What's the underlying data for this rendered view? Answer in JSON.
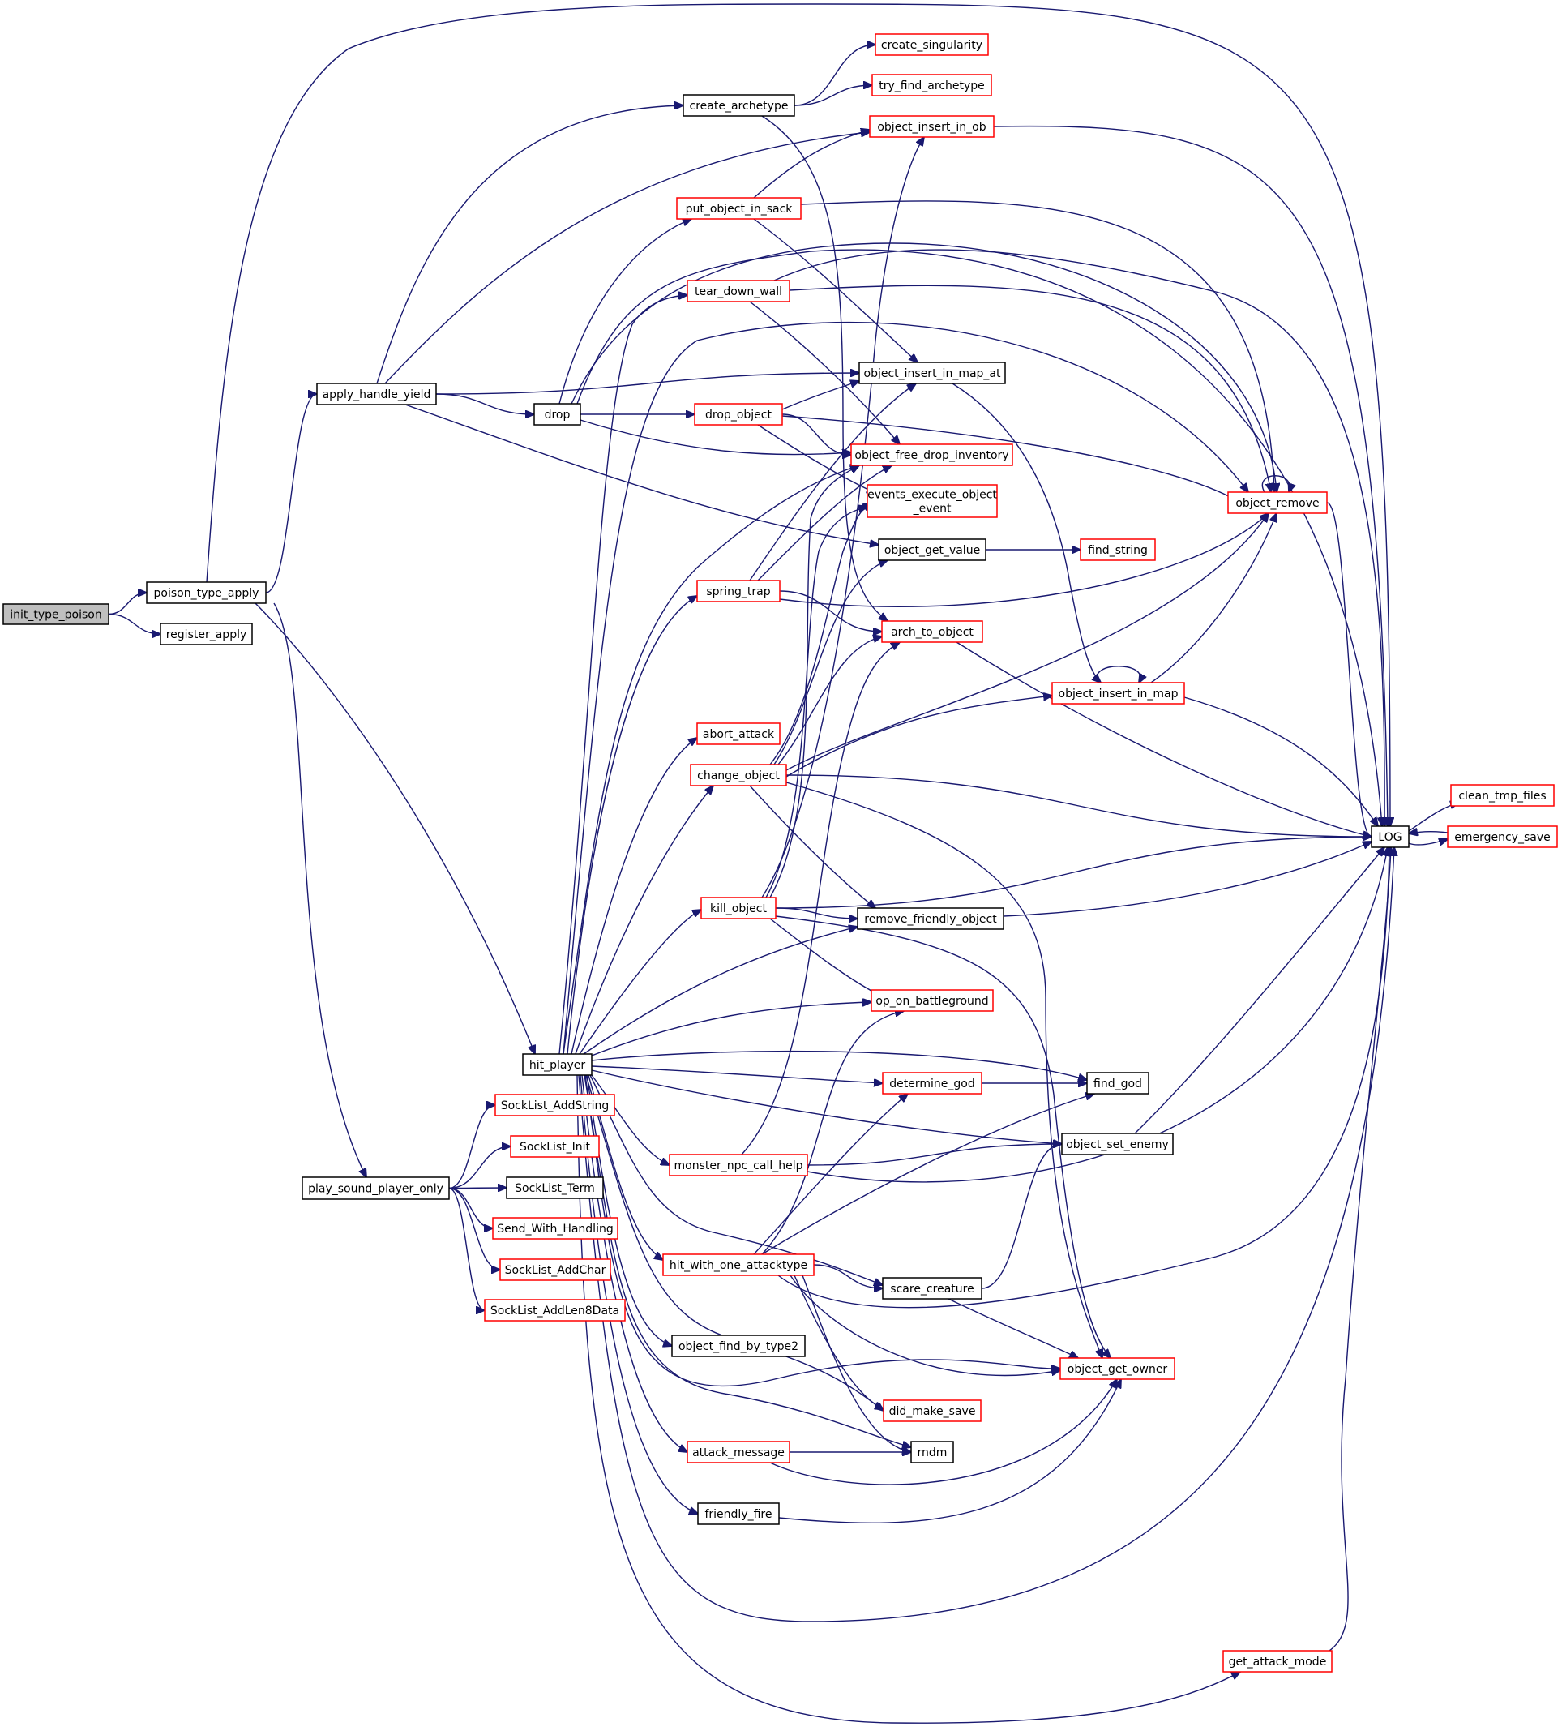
{
  "colors": {
    "edge": "#191970",
    "border_expandable": "#ff0000",
    "border_leaf": "#000000",
    "root_fill": "#bfbfbf",
    "node_fill": "#ffffff"
  },
  "nodes": [
    {
      "id": "init_type_poison",
      "label": "init_type_poison",
      "kind": "root"
    },
    {
      "id": "poison_type_apply",
      "label": "poison_type_apply",
      "kind": "leaf"
    },
    {
      "id": "register_apply",
      "label": "register_apply",
      "kind": "leaf"
    },
    {
      "id": "apply_handle_yield",
      "label": "apply_handle_yield",
      "kind": "leaf"
    },
    {
      "id": "hit_player",
      "label": "hit_player",
      "kind": "leaf"
    },
    {
      "id": "play_sound_player_only",
      "label": "play_sound_player_only",
      "kind": "leaf"
    },
    {
      "id": "SockList_AddString",
      "label": "SockList_AddString",
      "kind": "expandable"
    },
    {
      "id": "SockList_Init",
      "label": "SockList_Init",
      "kind": "expandable"
    },
    {
      "id": "SockList_Term",
      "label": "SockList_Term",
      "kind": "leaf"
    },
    {
      "id": "Send_With_Handling",
      "label": "Send_With_Handling",
      "kind": "expandable"
    },
    {
      "id": "SockList_AddChar",
      "label": "SockList_AddChar",
      "kind": "expandable"
    },
    {
      "id": "SockList_AddLen8Data",
      "label": "SockList_AddLen8Data",
      "kind": "expandable"
    },
    {
      "id": "drop",
      "label": "drop",
      "kind": "leaf"
    },
    {
      "id": "create_archetype",
      "label": "create_archetype",
      "kind": "leaf"
    },
    {
      "id": "create_singularity",
      "label": "create_singularity",
      "kind": "expandable"
    },
    {
      "id": "try_find_archetype",
      "label": "try_find_archetype",
      "kind": "expandable"
    },
    {
      "id": "object_insert_in_ob",
      "label": "object_insert_in_ob",
      "kind": "expandable"
    },
    {
      "id": "put_object_in_sack",
      "label": "put_object_in_sack",
      "kind": "expandable"
    },
    {
      "id": "tear_down_wall",
      "label": "tear_down_wall",
      "kind": "expandable"
    },
    {
      "id": "object_insert_in_map_at",
      "label": "object_insert_in_map_at",
      "kind": "leaf"
    },
    {
      "id": "drop_object",
      "label": "drop_object",
      "kind": "expandable"
    },
    {
      "id": "object_free_drop_inventory",
      "label": "object_free_drop_inventory",
      "kind": "expandable"
    },
    {
      "id": "events_execute_object_event",
      "label": "events_execute_object\n_event",
      "kind": "expandable"
    },
    {
      "id": "object_remove",
      "label": "object_remove",
      "kind": "expandable"
    },
    {
      "id": "object_get_value",
      "label": "object_get_value",
      "kind": "leaf"
    },
    {
      "id": "find_string",
      "label": "find_string",
      "kind": "expandable"
    },
    {
      "id": "spring_trap",
      "label": "spring_trap",
      "kind": "expandable"
    },
    {
      "id": "arch_to_object",
      "label": "arch_to_object",
      "kind": "expandable"
    },
    {
      "id": "object_insert_in_map",
      "label": "object_insert_in_map",
      "kind": "expandable"
    },
    {
      "id": "abort_attack",
      "label": "abort_attack",
      "kind": "expandable"
    },
    {
      "id": "change_object",
      "label": "change_object",
      "kind": "expandable"
    },
    {
      "id": "LOG",
      "label": "LOG",
      "kind": "leaf"
    },
    {
      "id": "clean_tmp_files",
      "label": "clean_tmp_files",
      "kind": "expandable"
    },
    {
      "id": "emergency_save",
      "label": "emergency_save",
      "kind": "expandable"
    },
    {
      "id": "kill_object",
      "label": "kill_object",
      "kind": "expandable"
    },
    {
      "id": "remove_friendly_object",
      "label": "remove_friendly_object",
      "kind": "leaf"
    },
    {
      "id": "op_on_battleground",
      "label": "op_on_battleground",
      "kind": "expandable"
    },
    {
      "id": "determine_god",
      "label": "determine_god",
      "kind": "expandable"
    },
    {
      "id": "find_god",
      "label": "find_god",
      "kind": "leaf"
    },
    {
      "id": "object_set_enemy",
      "label": "object_set_enemy",
      "kind": "leaf"
    },
    {
      "id": "monster_npc_call_help",
      "label": "monster_npc_call_help",
      "kind": "expandable"
    },
    {
      "id": "hit_with_one_attacktype",
      "label": "hit_with_one_attacktype",
      "kind": "expandable"
    },
    {
      "id": "scare_creature",
      "label": "scare_creature",
      "kind": "leaf"
    },
    {
      "id": "object_find_by_type2",
      "label": "object_find_by_type2",
      "kind": "leaf"
    },
    {
      "id": "object_get_owner",
      "label": "object_get_owner",
      "kind": "expandable"
    },
    {
      "id": "did_make_save",
      "label": "did_make_save",
      "kind": "expandable"
    },
    {
      "id": "attack_message",
      "label": "attack_message",
      "kind": "expandable"
    },
    {
      "id": "rndm",
      "label": "rndm",
      "kind": "leaf"
    },
    {
      "id": "friendly_fire",
      "label": "friendly_fire",
      "kind": "leaf"
    },
    {
      "id": "get_attack_mode",
      "label": "get_attack_mode",
      "kind": "expandable"
    }
  ],
  "edges": [
    [
      "init_type_poison",
      "poison_type_apply"
    ],
    [
      "init_type_poison",
      "register_apply"
    ],
    [
      "poison_type_apply",
      "LOG"
    ],
    [
      "poison_type_apply",
      "apply_handle_yield"
    ],
    [
      "poison_type_apply",
      "hit_player"
    ],
    [
      "poison_type_apply",
      "play_sound_player_only"
    ],
    [
      "apply_handle_yield",
      "create_archetype"
    ],
    [
      "apply_handle_yield",
      "object_insert_in_ob"
    ],
    [
      "apply_handle_yield",
      "object_insert_in_map_at"
    ],
    [
      "apply_handle_yield",
      "drop"
    ],
    [
      "apply_handle_yield",
      "object_get_value"
    ],
    [
      "play_sound_player_only",
      "SockList_AddString"
    ],
    [
      "play_sound_player_only",
      "SockList_Init"
    ],
    [
      "play_sound_player_only",
      "SockList_Term"
    ],
    [
      "play_sound_player_only",
      "Send_With_Handling"
    ],
    [
      "play_sound_player_only",
      "SockList_AddChar"
    ],
    [
      "play_sound_player_only",
      "SockList_AddLen8Data"
    ],
    [
      "create_archetype",
      "create_singularity"
    ],
    [
      "create_archetype",
      "try_find_archetype"
    ],
    [
      "create_archetype",
      "arch_to_object"
    ],
    [
      "object_insert_in_ob",
      "LOG"
    ],
    [
      "drop",
      "put_object_in_sack"
    ],
    [
      "drop",
      "object_remove"
    ],
    [
      "drop",
      "LOG"
    ],
    [
      "drop",
      "drop_object"
    ],
    [
      "drop",
      "object_free_drop_inventory"
    ],
    [
      "put_object_in_sack",
      "object_insert_in_ob"
    ],
    [
      "put_object_in_sack",
      "object_remove"
    ],
    [
      "put_object_in_sack",
      "object_insert_in_map_at"
    ],
    [
      "tear_down_wall",
      "LOG"
    ],
    [
      "tear_down_wall",
      "object_remove"
    ],
    [
      "tear_down_wall",
      "object_free_drop_inventory"
    ],
    [
      "drop_object",
      "object_insert_in_map_at"
    ],
    [
      "drop_object",
      "object_free_drop_inventory"
    ],
    [
      "drop_object",
      "object_remove"
    ],
    [
      "drop_object",
      "events_execute_object_event"
    ],
    [
      "object_insert_in_map_at",
      "object_insert_in_map"
    ],
    [
      "object_remove",
      "object_remove"
    ],
    [
      "object_remove",
      "LOG"
    ],
    [
      "object_get_value",
      "find_string"
    ],
    [
      "spring_trap",
      "object_insert_in_map_at"
    ],
    [
      "spring_trap",
      "object_free_drop_inventory"
    ],
    [
      "spring_trap",
      "object_remove"
    ],
    [
      "spring_trap",
      "arch_to_object"
    ],
    [
      "arch_to_object",
      "LOG"
    ],
    [
      "object_insert_in_map",
      "object_insert_in_map"
    ],
    [
      "object_insert_in_map",
      "object_remove"
    ],
    [
      "object_insert_in_map",
      "LOG"
    ],
    [
      "change_object",
      "events_execute_object_event"
    ],
    [
      "change_object",
      "object_get_value"
    ],
    [
      "change_object",
      "arch_to_object"
    ],
    [
      "change_object",
      "object_remove"
    ],
    [
      "change_object",
      "object_insert_in_map"
    ],
    [
      "change_object",
      "LOG"
    ],
    [
      "change_object",
      "remove_friendly_object"
    ],
    [
      "change_object",
      "object_get_owner"
    ],
    [
      "LOG",
      "clean_tmp_files"
    ],
    [
      "LOG",
      "emergency_save"
    ],
    [
      "emergency_save",
      "LOG"
    ],
    [
      "kill_object",
      "object_insert_in_ob"
    ],
    [
      "kill_object",
      "object_free_drop_inventory"
    ],
    [
      "kill_object",
      "events_execute_object_event"
    ],
    [
      "kill_object",
      "LOG"
    ],
    [
      "kill_object",
      "remove_friendly_object"
    ],
    [
      "kill_object",
      "op_on_battleground"
    ],
    [
      "kill_object",
      "object_get_owner"
    ],
    [
      "remove_friendly_object",
      "LOG"
    ],
    [
      "determine_god",
      "find_god"
    ],
    [
      "object_set_enemy",
      "LOG"
    ],
    [
      "monster_npc_call_help",
      "arch_to_object"
    ],
    [
      "monster_npc_call_help",
      "object_set_enemy"
    ],
    [
      "monster_npc_call_help",
      "LOG"
    ],
    [
      "hit_with_one_attacktype",
      "op_on_battleground"
    ],
    [
      "hit_with_one_attacktype",
      "determine_god"
    ],
    [
      "hit_with_one_attacktype",
      "find_god"
    ],
    [
      "hit_with_one_attacktype",
      "scare_creature"
    ],
    [
      "hit_with_one_attacktype",
      "LOG"
    ],
    [
      "hit_with_one_attacktype",
      "object_get_owner"
    ],
    [
      "hit_with_one_attacktype",
      "did_make_save"
    ],
    [
      "hit_with_one_attacktype",
      "rndm"
    ],
    [
      "scare_creature",
      "object_set_enemy"
    ],
    [
      "scare_creature",
      "object_get_owner"
    ],
    [
      "attack_message",
      "rndm"
    ],
    [
      "attack_message",
      "object_get_owner"
    ],
    [
      "friendly_fire",
      "object_get_owner"
    ],
    [
      "get_attack_mode",
      "LOG"
    ],
    [
      "hit_player",
      "tear_down_wall"
    ],
    [
      "hit_player",
      "object_remove"
    ],
    [
      "hit_player",
      "object_free_drop_inventory"
    ],
    [
      "hit_player",
      "spring_trap"
    ],
    [
      "hit_player",
      "abort_attack"
    ],
    [
      "hit_player",
      "change_object"
    ],
    [
      "hit_player",
      "kill_object"
    ],
    [
      "hit_player",
      "remove_friendly_object"
    ],
    [
      "hit_player",
      "op_on_battleground"
    ],
    [
      "hit_player",
      "find_god"
    ],
    [
      "hit_player",
      "determine_god"
    ],
    [
      "hit_player",
      "object_set_enemy"
    ],
    [
      "hit_player",
      "monster_npc_call_help"
    ],
    [
      "hit_player",
      "scare_creature"
    ],
    [
      "hit_player",
      "hit_with_one_attacktype"
    ],
    [
      "hit_player",
      "object_find_by_type2"
    ],
    [
      "hit_player",
      "object_get_owner"
    ],
    [
      "hit_player",
      "did_make_save"
    ],
    [
      "hit_player",
      "rndm"
    ],
    [
      "hit_player",
      "attack_message"
    ],
    [
      "hit_player",
      "friendly_fire"
    ],
    [
      "hit_player",
      "LOG"
    ],
    [
      "hit_player",
      "get_attack_mode"
    ]
  ]
}
